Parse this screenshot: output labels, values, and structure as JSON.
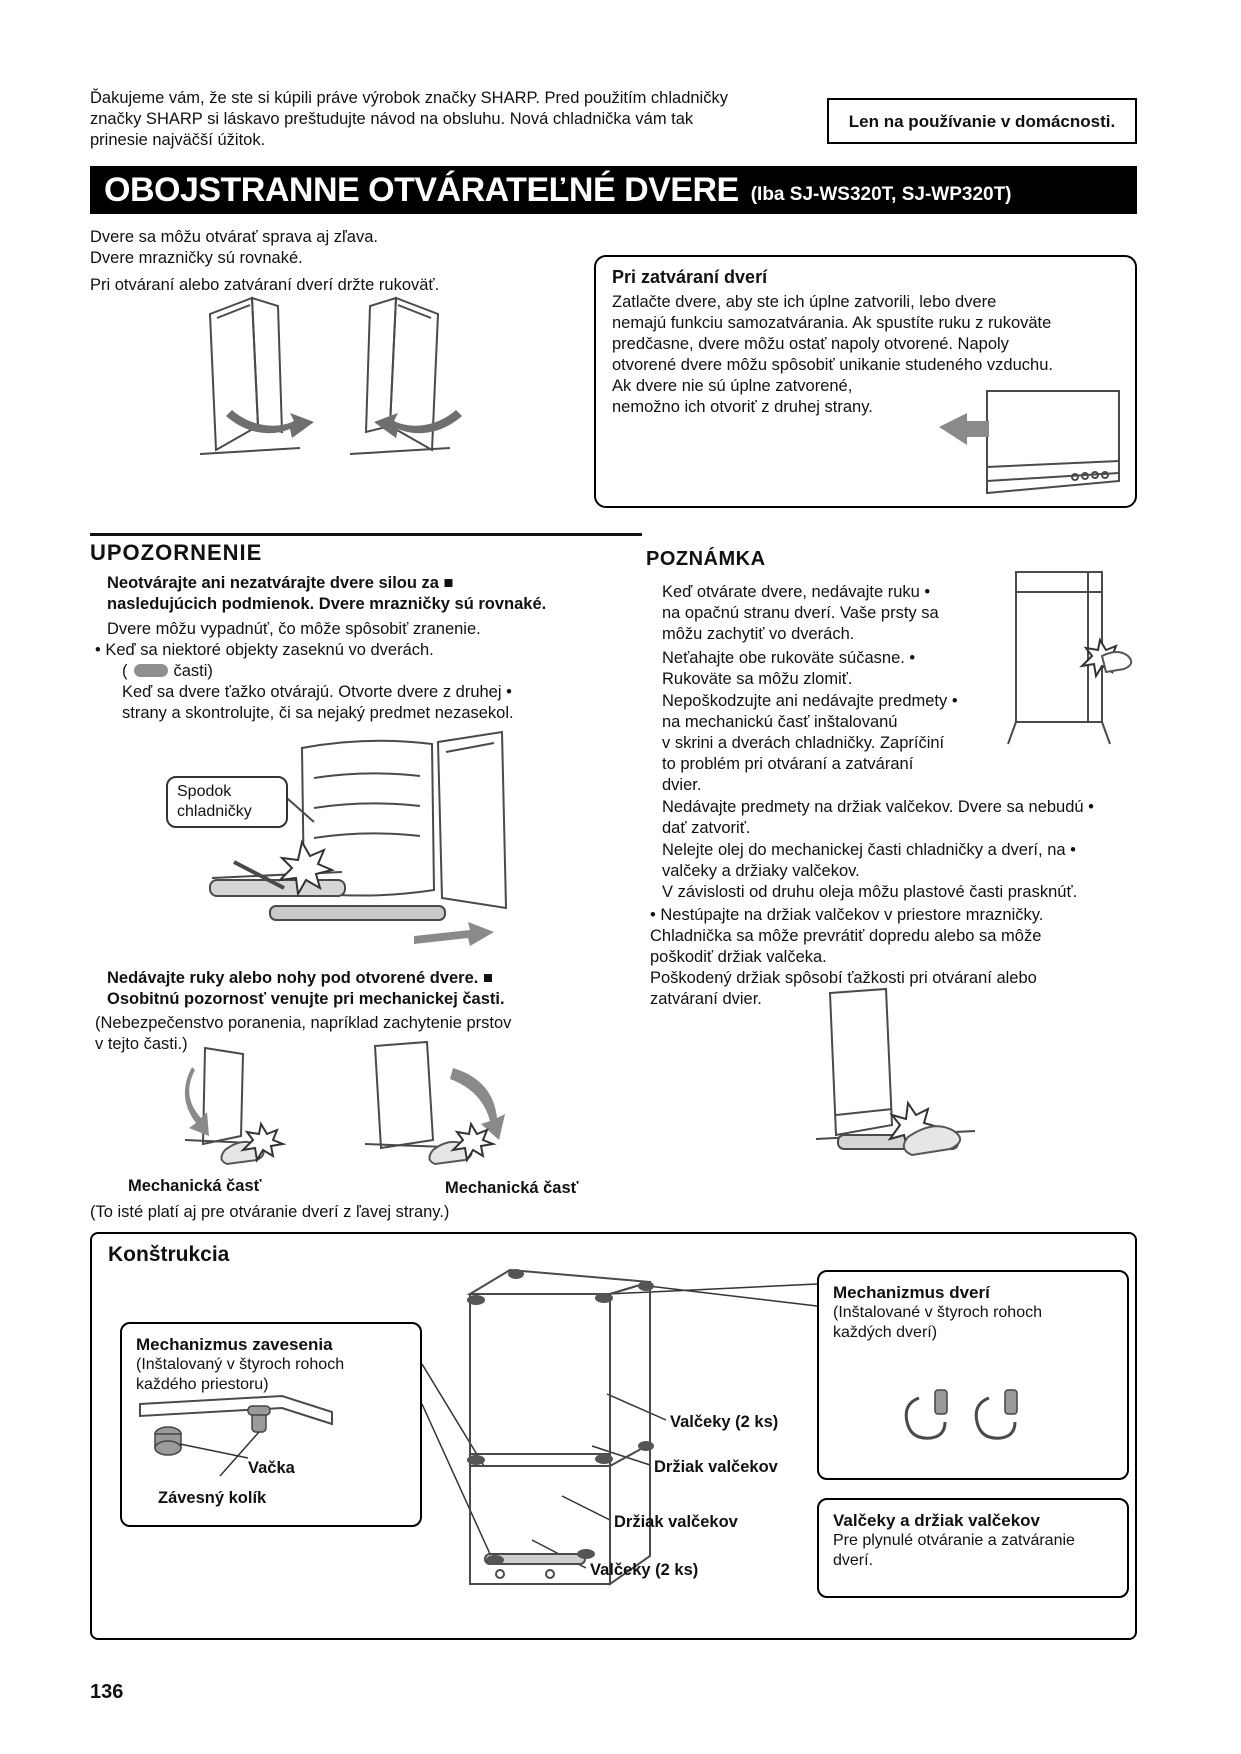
{
  "page_number": "136",
  "header": {
    "intro": "Ďakujeme vám, že ste si kúpili práve výrobok značky SHARP. Pred použitím chladničky\nznačky SHARP si láskavo preštudujte návod na obsluhu. Nová chladnička vám tak\nprinesie najväčší úžitok.",
    "domestic_box": "Len na používanie v domácnosti."
  },
  "title_bar": {
    "main": "OBOJSTRANNE OTVÁRATEĽNÉ DVERE",
    "models": "(Iba SJ-WS320T, SJ-WP320T)"
  },
  "doors_intro": {
    "line1": "Dvere sa môžu otvárať sprava aj zľava.",
    "line2": "Dvere mrazničky sú rovnaké.",
    "line3": "Pri otváraní alebo zatváraní dverí držte rukoväť."
  },
  "closing_box": {
    "title": "Pri zatváraní dverí",
    "body1": "Zatlačte dvere, aby ste ich úplne zatvorili, lebo dvere\nnemajú funkciu samozatvárania. Ak spustíte ruku z rukoväte\npredčasne, dvere môžu ostať napoly otvorené. Napoly\notvorené dvere môžu spôsobiť unikanie studeného vzduchu.",
    "body2": "Ak dvere nie sú úplne zatvorené,\nnemožno ich otvoriť z druhej strany."
  },
  "warning": {
    "heading": "UPOZORNENIE",
    "lead": "Neotvárajte ani nezatvárajte dvere silou za ■\nnasledujúcich podmienok. Dvere mrazničky sú rovnaké.",
    "p1": "Dvere môžu vypadnúť, čo môže spôsobiť zranenie.",
    "bullet1": "• Keď sa niektoré objekty zaseknú vo dverách.",
    "part_open": "(",
    "part_close": "časti)",
    "bullet2": "Keď sa dvere ťažko otvárajú. Otvorte dvere z druhej •\nstrany a skontrolujte, či sa nejaký predmet nezasekol.",
    "callout": "Spodok\nchladničky",
    "lead2": "Nedávajte ruky alebo nohy pod otvorené dvere. ■\nOsobitnú pozornosť venujte pri mechanickej časti.",
    "p2": "(Nebezpečenstvo poranenia, napríklad zachytenie prstov\nv tejto časti.)",
    "mech_left": "Mechanická časť",
    "mech_right": "Mechanická časť",
    "footnote": "(To isté platí aj pre otváranie dverí z ľavej strany.)"
  },
  "note": {
    "heading": "POZNÁMKA",
    "items": [
      "Keď otvárate dvere, nedávajte ruku •\nna opačnú stranu dverí. Vaše prsty sa\nmôžu zachytiť vo dverách.",
      "Neťahajte obe rukoväte súčasne. •\nRukoväte sa môžu zlomiť.",
      "Nepoškodzujte ani nedávajte predmety •\nna mechanickú časť inštalovanú\nv skrini a dverách chladničky. Zapríčiní\nto problém pri otváraní a zatváraní\ndvier.",
      "Nedávajte predmety na držiak valčekov. Dvere sa nebudú •\ndať zatvoriť.",
      "Nelejte olej do mechanickej časti chladničky a dverí, na •\nvalčeky a držiaky valčekov.\nV závislosti od druhu oleja môžu plastové časti prasknúť.",
      "• Nestúpajte na držiak valčekov v priestore mrazničky.\nChladnička sa môže prevrátiť dopredu alebo sa môže\npoškodiť držiak valčeka.\nPoškodený držiak spôsobí ťažkosti pri otváraní alebo\nzatváraní dvier."
    ]
  },
  "construction": {
    "heading": "Konštrukcia",
    "hinge_box": {
      "title": "Mechanizmus zavesenia",
      "subtitle": "(Inštalovaný v štyroch rohoch\nkaždého priestoru)",
      "label_cam": "Vačka",
      "label_pin": "Závesný kolík"
    },
    "callout_rollers_top": "Valčeky (2 ks)",
    "callout_holder_top": "Držiak valčekov",
    "callout_holder_bottom": "Držiak valčekov",
    "callout_rollers_bottom": "Valčeky (2 ks)",
    "door_box": {
      "title": "Mechanizmus dverí",
      "subtitle": "(Inštalované v štyroch rohoch\nkaždých dverí)"
    },
    "roller_box": {
      "title": "Valčeky a držiak valčekov",
      "body": "Pre plynulé otváranie a zatváranie\ndverí."
    }
  }
}
